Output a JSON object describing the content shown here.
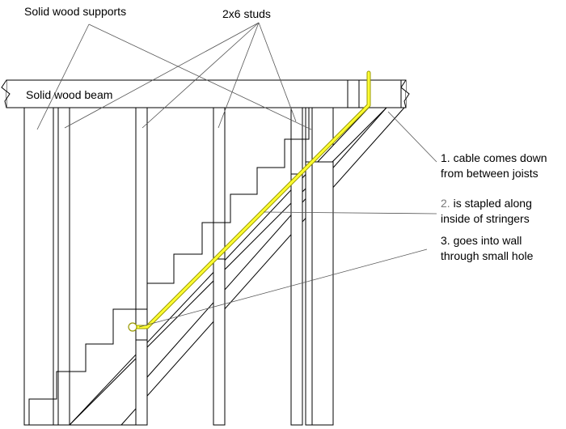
{
  "labels": {
    "supports": "Solid wood supports",
    "studs": "2x6 studs",
    "beam": "Solid wood beam",
    "step1_line1": "1. cable comes down",
    "step1_line2": "from between joists",
    "step2_prefix": "2.",
    "step2_line1": " is stapled along",
    "step2_line2": "inside of stringers",
    "step3_line1": "3. goes into wall",
    "step3_line2": "through small hole"
  },
  "colors": {
    "cable": "#ffff33",
    "cable_outline": "#999900",
    "lines": "#000000",
    "muted_text": "#7a7a7a"
  }
}
